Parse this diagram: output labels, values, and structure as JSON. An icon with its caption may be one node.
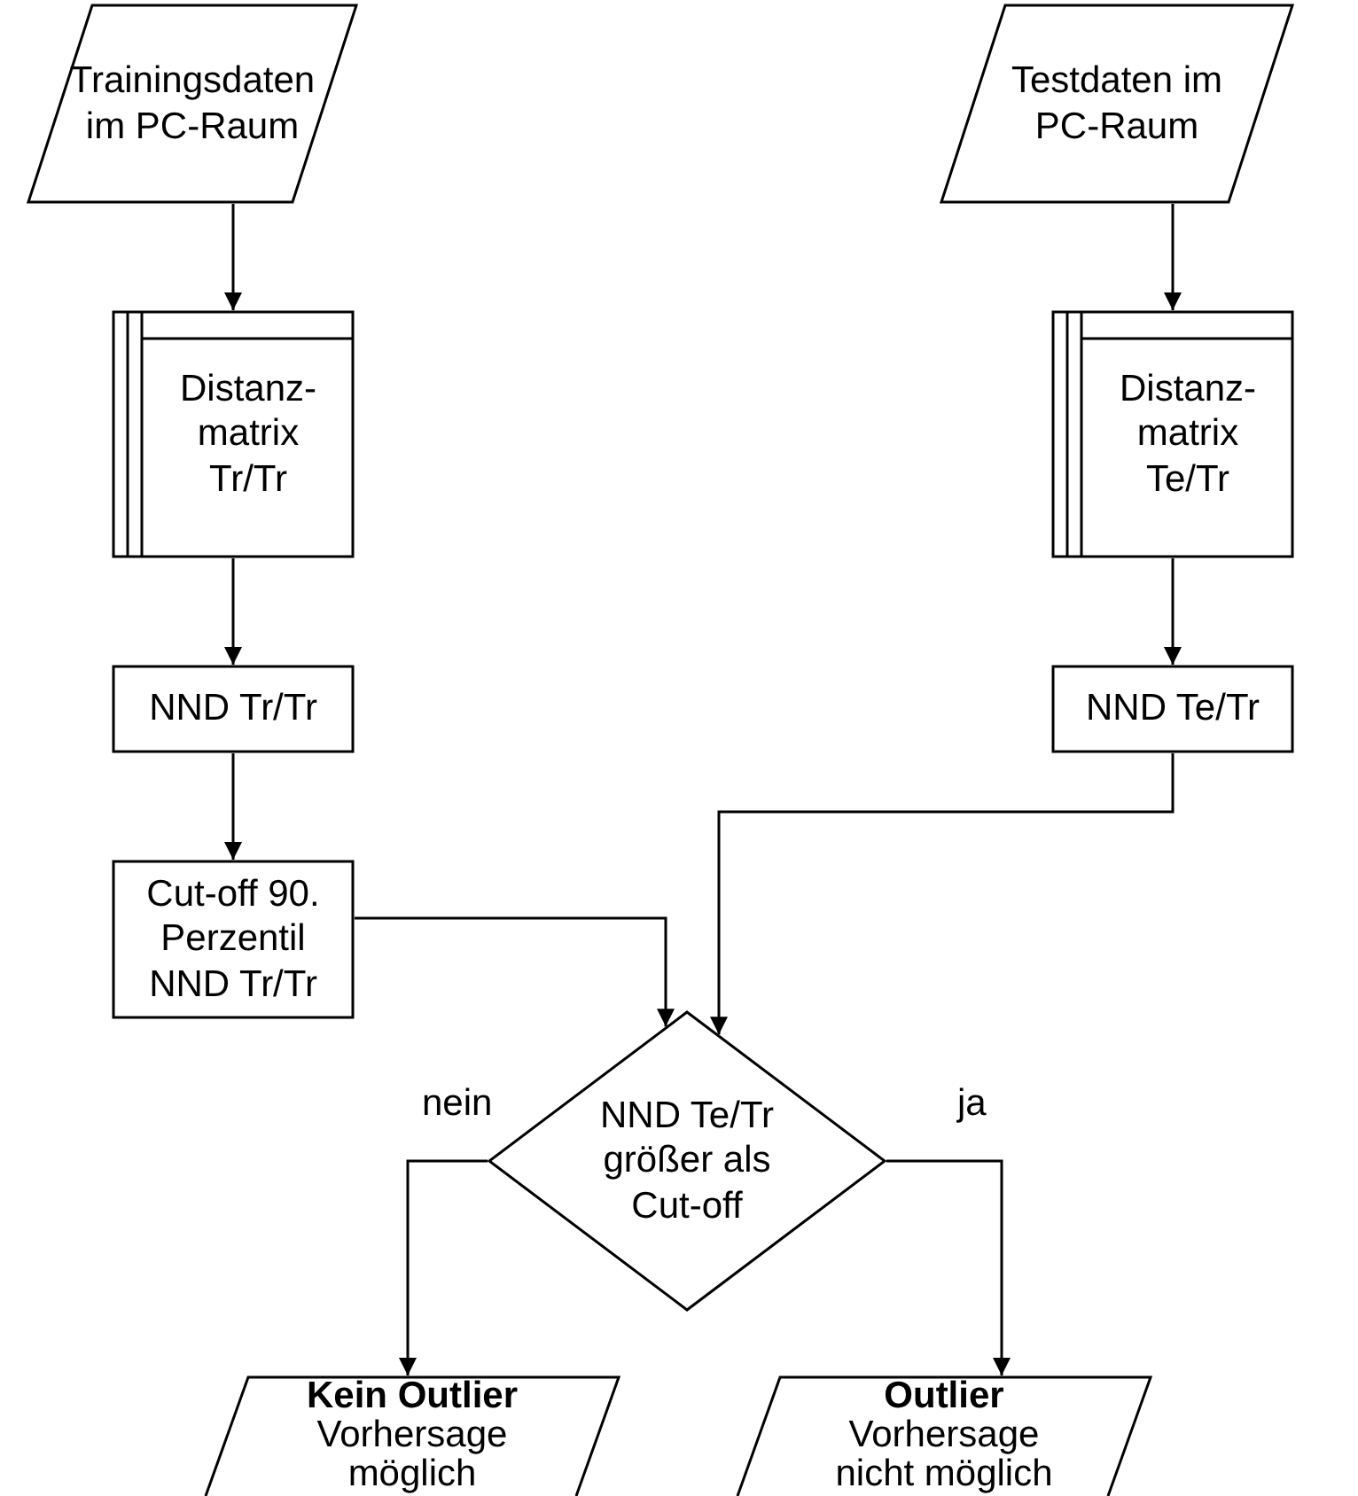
{
  "diagram": {
    "nodes": [
      {
        "text": [
          "Trainingsdaten im PC-Raum"
        ]
      },
      {
        "text": [
          "Distanz- matrix Tr/Tr"
        ]
      },
      {
        "text": [
          "NND Tr/Tr"
        ]
      },
      {
        "text": [
          "Cut-off 90. Perzentil NND Tr/Tr"
        ]
      },
      {
        "text": [
          "Testdaten im PC-Raum"
        ]
      },
      {
        "text": [
          "Distanz- matrix Te/Tr"
        ]
      },
      {
        "text": [
          "NND Te/Tr"
        ]
      },
      {
        "text": [
          "NND Te/Tr größer als Cut-off"
        ]
      },
      {
        "text": [
          "Kein Outlier",
          "Vorhersage möglich"
        ]
      },
      {
        "text": [
          "Outlier",
          "Vorhersage nicht möglich"
        ]
      }
    ],
    "edges": [
      {
        "from": 0,
        "to": 1,
        "arrow": "to"
      },
      {
        "from": 1,
        "to": 2,
        "arrow": "to"
      },
      {
        "from": 2,
        "to": 3,
        "arrow": "to"
      },
      {
        "from": 4,
        "to": 5,
        "arrow": "to"
      },
      {
        "from": 5,
        "to": 6,
        "arrow": "to"
      },
      {
        "from": 3,
        "to": 7,
        "arrow": "to"
      },
      {
        "from": 6,
        "to": 7,
        "arrow": "to"
      },
      {
        "from": 7,
        "to": 8,
        "label": "nein",
        "arrow": "to"
      },
      {
        "from": 7,
        "to": 9,
        "label": "ja",
        "arrow": "to"
      }
    ]
  }
}
